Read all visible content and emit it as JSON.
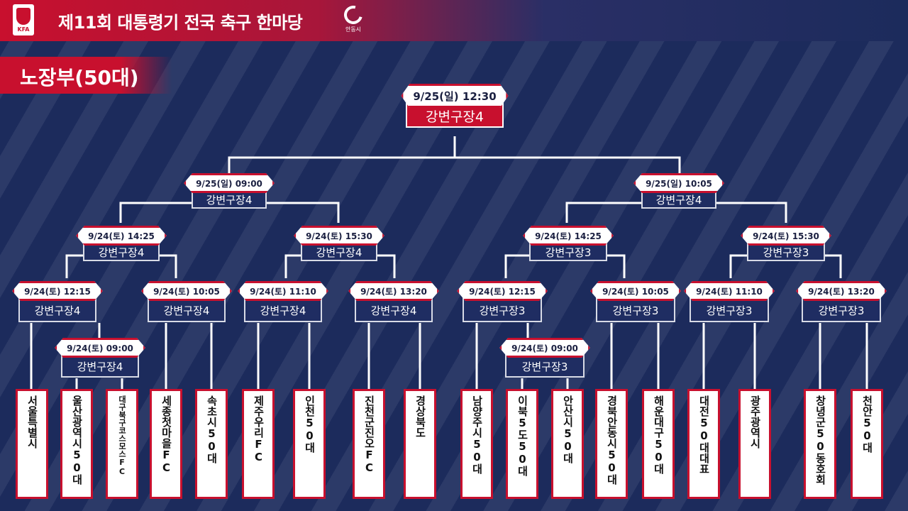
{
  "header": {
    "title": "제11회 대통령기 전국 축구 한마당",
    "kfa_text": "KFA",
    "city_text": "안동시"
  },
  "section": {
    "label": "노장부(50대)"
  },
  "matches": {
    "final": {
      "time": "9/25(일) 12:30",
      "venue": "강변구장4"
    },
    "semi_left": {
      "time": "9/25(일) 09:00",
      "venue": "강변구장4"
    },
    "semi_right": {
      "time": "9/25(일) 10:05",
      "venue": "강변구장4"
    },
    "qf1": {
      "time": "9/24(토) 14:25",
      "venue": "강변구장4"
    },
    "qf2": {
      "time": "9/24(토) 15:30",
      "venue": "강변구장4"
    },
    "qf3": {
      "time": "9/24(토) 14:25",
      "venue": "강변구장3"
    },
    "qf4": {
      "time": "9/24(토) 15:30",
      "venue": "강변구장3"
    },
    "r1": {
      "time": "9/24(토) 12:15",
      "venue": "강변구장4"
    },
    "r2": {
      "time": "9/24(토) 10:05",
      "venue": "강변구장4"
    },
    "r3": {
      "time": "9/24(토) 11:10",
      "venue": "강변구장4"
    },
    "r4": {
      "time": "9/24(토) 13:20",
      "venue": "강변구장4"
    },
    "r5": {
      "time": "9/24(토) 12:15",
      "venue": "강변구장3"
    },
    "r6": {
      "time": "9/24(토) 10:05",
      "venue": "강변구장3"
    },
    "r7": {
      "time": "9/24(토) 11:10",
      "venue": "강변구장3"
    },
    "r8": {
      "time": "9/24(토) 13:20",
      "venue": "강변구장3"
    },
    "p1": {
      "time": "9/24(토) 09:00",
      "venue": "강변구장4"
    },
    "p2": {
      "time": "9/24(토) 09:00",
      "venue": "강변구장3"
    }
  },
  "teams": [
    "서울특별시",
    "울산광역시50대",
    "대구북구코스모스FC",
    "세종첫마을FC",
    "속초시50대",
    "제주우리FC",
    "인천50대",
    "진천군진오FC",
    "경상북도",
    "남양주시50대",
    "이북5도50대",
    "안산시50대",
    "경북안동시50대",
    "해운대구50대",
    "대전50대대표",
    "광주광역시",
    "창녕군50동호회",
    "천안50대"
  ]
}
